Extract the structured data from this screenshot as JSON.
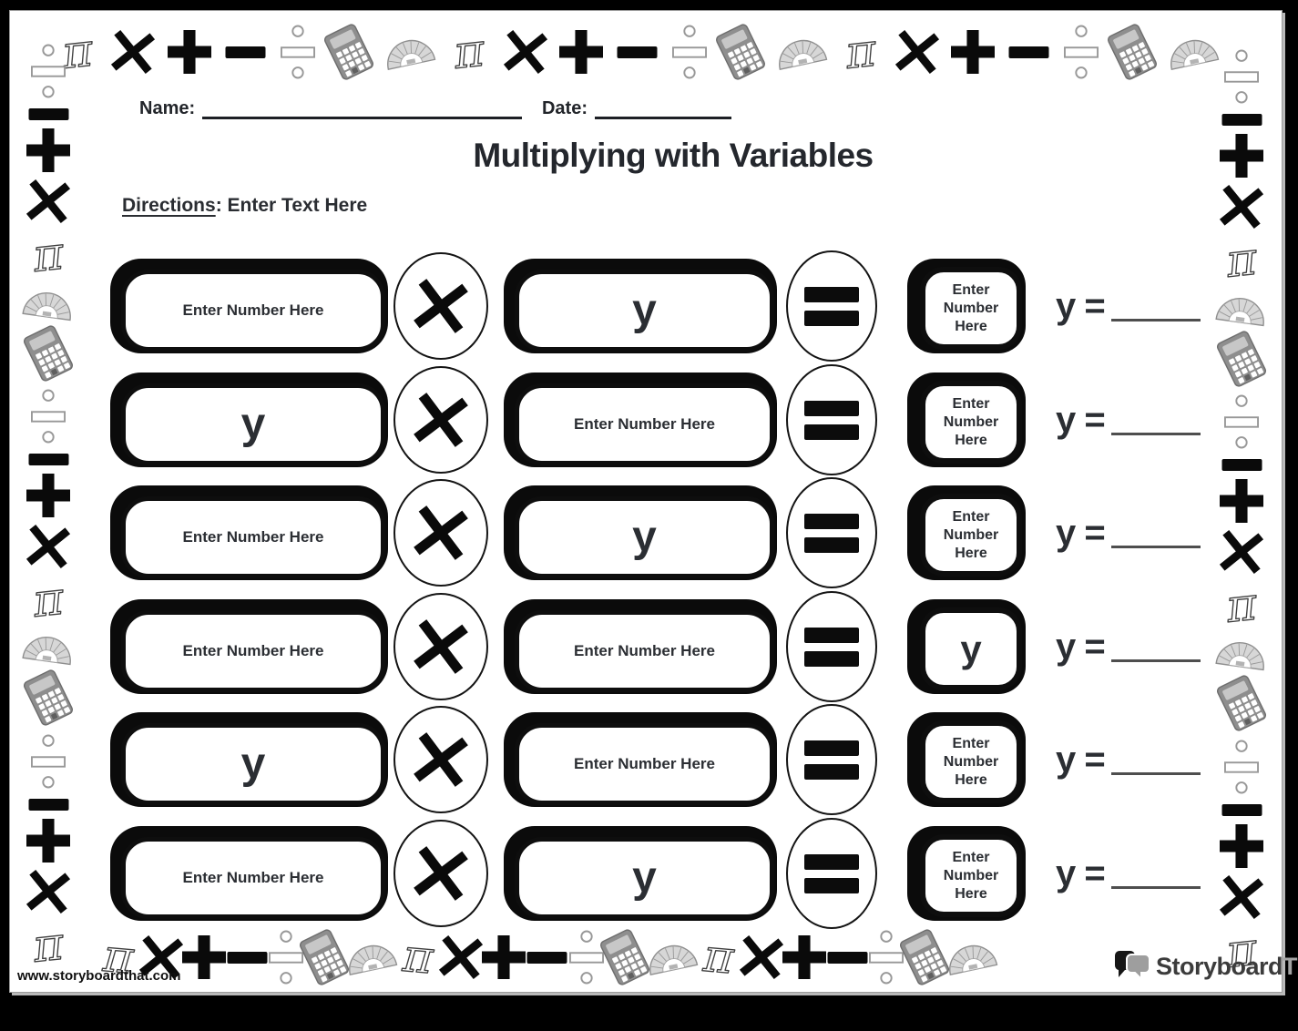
{
  "header": {
    "name_label": "Name:",
    "date_label": "Date:",
    "title": "Multiplying with Variables",
    "directions_label": "Directions",
    "directions_text": ": Enter Text Here"
  },
  "worksheet": {
    "variable_name": "y",
    "placeholder": "Enter Number Here",
    "rows": [
      {
        "factor1": "Enter Number Here",
        "operator": "×",
        "factor2": "y",
        "equals": "=",
        "product": "Enter Number Here",
        "answer_prefix": "y ="
      },
      {
        "factor1": "y",
        "operator": "×",
        "factor2": "Enter Number Here",
        "equals": "=",
        "product": "Enter Number Here",
        "answer_prefix": "y ="
      },
      {
        "factor1": "Enter Number Here",
        "operator": "×",
        "factor2": "y",
        "equals": "=",
        "product": "Enter Number Here",
        "answer_prefix": "y ="
      },
      {
        "factor1": "Enter Number Here",
        "operator": "×",
        "factor2": "Enter Number Here",
        "equals": "=",
        "product": "y",
        "answer_prefix": "y ="
      },
      {
        "factor1": "y",
        "operator": "×",
        "factor2": "Enter Number Here",
        "equals": "=",
        "product": "Enter Number Here",
        "answer_prefix": "y ="
      },
      {
        "factor1": "Enter Number Here",
        "operator": "×",
        "factor2": "y",
        "equals": "=",
        "product": "Enter Number Here",
        "answer_prefix": "y ="
      }
    ]
  },
  "borders": {
    "top": [
      "pi",
      "times",
      "plus",
      "minus",
      "divide",
      "calculator",
      "protractor",
      "pi",
      "times",
      "plus",
      "minus",
      "divide",
      "calculator",
      "protractor",
      "pi",
      "times",
      "plus",
      "minus",
      "divide",
      "calculator",
      "protractor"
    ],
    "bottom": [
      "pi",
      "times",
      "plus",
      "minus",
      "divide",
      "calculator",
      "protractor",
      "pi",
      "times",
      "plus",
      "minus",
      "divide",
      "calculator",
      "protractor",
      "pi",
      "times",
      "plus",
      "minus",
      "divide",
      "calculator",
      "protractor"
    ],
    "left": [
      "divide",
      "minus",
      "plus",
      "times",
      "pi",
      "protractor",
      "calculator",
      "divide",
      "minus",
      "plus",
      "times",
      "pi",
      "protractor",
      "calculator",
      "divide",
      "minus",
      "plus",
      "times",
      "pi"
    ],
    "right": [
      "divide",
      "minus",
      "plus",
      "times",
      "pi",
      "protractor",
      "calculator",
      "divide",
      "minus",
      "plus",
      "times",
      "pi",
      "protractor",
      "calculator",
      "divide",
      "minus",
      "plus",
      "times",
      "pi"
    ]
  },
  "footer": {
    "website_url": "www.storyboardthat.com",
    "logo_storyboard": "Storyboard",
    "logo_that": "That"
  },
  "colors": {
    "ink_black": "#0b0b0b",
    "text_charcoal": "#2b2e33",
    "icon_gray": "#8e8e8e",
    "icon_light_gray": "#d7d7d7",
    "logo_dark": "#3c3c3c",
    "logo_gray": "#a3a3a3"
  }
}
